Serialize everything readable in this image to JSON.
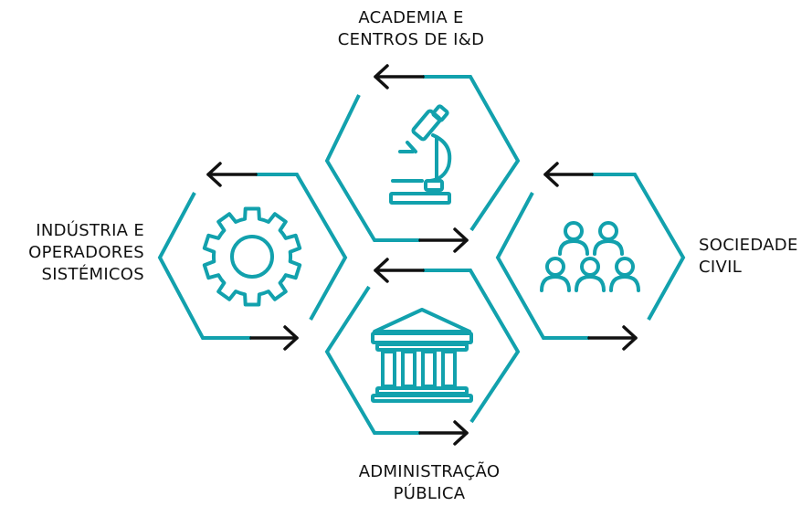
{
  "colors": {
    "accent": "#12a1ad",
    "ink": "#111111"
  },
  "nodes": {
    "academia": {
      "lines": [
        "ACADEMIA E",
        "CENTROS DE I&D"
      ],
      "icon": "microscope-icon"
    },
    "industria": {
      "lines": [
        "INDÚSTRIA E",
        "OPERADORES",
        "SISTÉMICOS"
      ],
      "icon": "gear-icon"
    },
    "sociedade": {
      "lines": [
        "SOCIEDADE",
        "CIVIL"
      ],
      "icon": "people-group-icon"
    },
    "administracao": {
      "lines": [
        "ADMINISTRAÇÃO",
        "PÚBLICA"
      ],
      "icon": "government-building-icon"
    }
  }
}
